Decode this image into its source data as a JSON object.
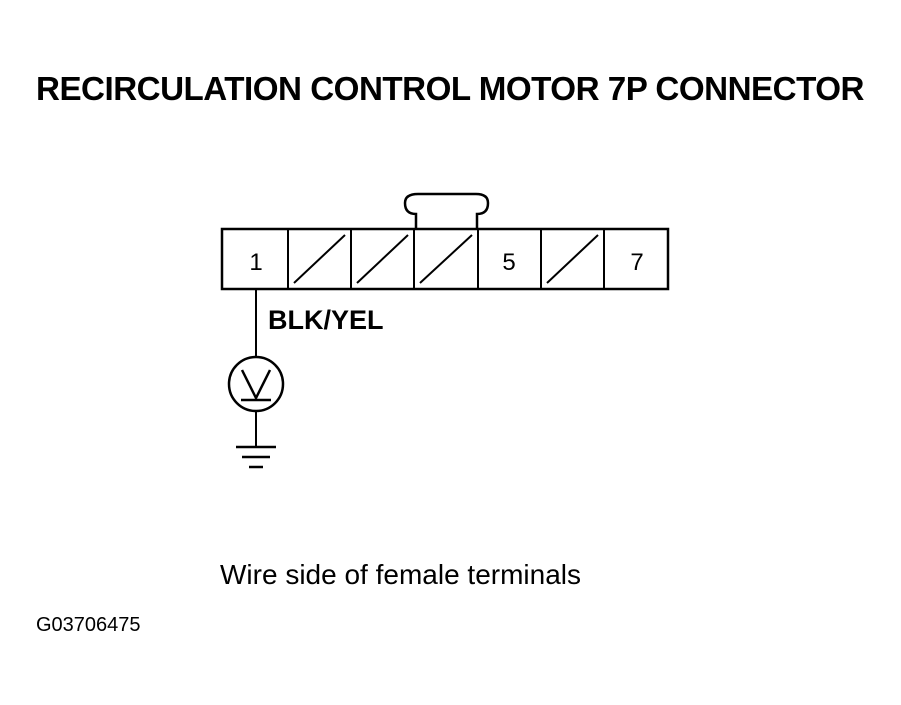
{
  "title": "RECIRCULATION CONTROL MOTOR 7P CONNECTOR",
  "connector": {
    "pins": [
      {
        "label": "1",
        "state": "used"
      },
      {
        "label": "",
        "state": "unused"
      },
      {
        "label": "",
        "state": "unused"
      },
      {
        "label": "",
        "state": "unused"
      },
      {
        "label": "5",
        "state": "used"
      },
      {
        "label": "",
        "state": "unused"
      },
      {
        "label": "7",
        "state": "used"
      }
    ]
  },
  "wire_label": "BLK/YEL",
  "meter_icon": "voltmeter-icon",
  "ground_icon": "ground-icon",
  "caption": "Wire side of female terminals",
  "figure_id": "G03706475"
}
